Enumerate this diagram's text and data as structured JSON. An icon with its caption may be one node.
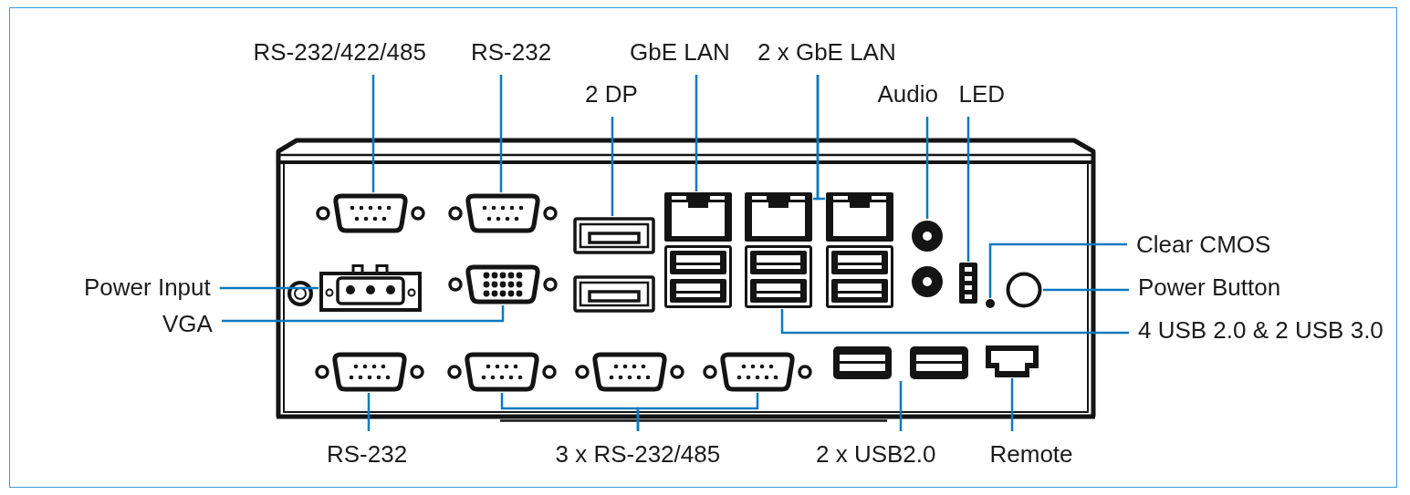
{
  "diagram": {
    "nodes": [
      {
        "text": [
          "RS-232/422/485"
        ]
      },
      {
        "text": [
          "RS-232"
        ]
      },
      {
        "text": [
          "GbE LAN"
        ]
      },
      {
        "text": [
          "2 x GbE LAN"
        ]
      },
      {
        "text": [
          "2 DP"
        ]
      },
      {
        "text": [
          "Audio"
        ]
      },
      {
        "text": [
          "LED"
        ]
      },
      {
        "text": [
          "Clear CMOS"
        ]
      },
      {
        "text": [
          "Power Input"
        ]
      },
      {
        "text": [
          "Power Button"
        ]
      },
      {
        "text": [
          "VGA"
        ]
      },
      {
        "text": [
          "4 USB 2.0 & 2 USB 3.0"
        ]
      },
      {
        "text": [
          "RS-232"
        ]
      },
      {
        "text": [
          "3 x RS-232/485"
        ]
      },
      {
        "text": [
          "2 x USB2.0"
        ]
      },
      {
        "text": [
          "Remote"
        ]
      },
      {
        "text": [],
        "shape": "picture"
      },
      {
        "text": [],
        "shape": "picture"
      },
      {
        "text": [],
        "shape": "picture"
      },
      {
        "text": [],
        "shape": "picture"
      },
      {
        "text": [],
        "shape": "picture"
      },
      {
        "text": [],
        "shape": "picture"
      },
      {
        "text": [],
        "shape": "picture"
      },
      {
        "text": [],
        "shape": "picture"
      },
      {
        "text": [],
        "shape": "circle"
      },
      {
        "text": [],
        "shape": "circle"
      },
      {
        "text": [],
        "shape": "picture"
      },
      {
        "text": [],
        "shape": "picture"
      },
      {
        "text": [],
        "shape": "picture"
      },
      {
        "text": [],
        "shape": "picture"
      },
      {
        "text": [],
        "shape": "picture"
      },
      {
        "text": [],
        "shape": "picture"
      },
      {
        "text": [],
        "shape": "picture"
      },
      {
        "text": [],
        "shape": "picture"
      }
    ],
    "edges": [
      {
        "from": 0,
        "to": 16,
        "arrow": "none"
      },
      {
        "from": 1,
        "to": 17,
        "arrow": "none"
      },
      {
        "from": 2,
        "to": 19,
        "arrow": "none"
      },
      {
        "from": 3,
        "to": 20,
        "arrow": "none"
      },
      {
        "from": 3,
        "to": 21,
        "arrow": "none"
      },
      {
        "from": 4,
        "to": 18,
        "arrow": "none"
      },
      {
        "from": 5,
        "to": 22,
        "arrow": "none"
      },
      {
        "from": 6,
        "to": 23,
        "arrow": "none"
      },
      {
        "from": 7,
        "to": 24,
        "arrow": "none"
      },
      {
        "from": 8,
        "to": 26,
        "arrow": "none"
      },
      {
        "from": 9,
        "to": 25,
        "arrow": "none"
      },
      {
        "from": 10,
        "to": 27,
        "arrow": "none"
      },
      {
        "from": 11,
        "to": 28,
        "arrow": "none"
      },
      {
        "from": 12,
        "to": 29,
        "arrow": "none"
      },
      {
        "from": 13,
        "to": 30,
        "arrow": "none"
      },
      {
        "from": 13,
        "to": 31,
        "arrow": "none"
      },
      {
        "from": 14,
        "to": 32,
        "arrow": "none"
      },
      {
        "from": 15,
        "to": 33,
        "arrow": "none"
      }
    ]
  }
}
